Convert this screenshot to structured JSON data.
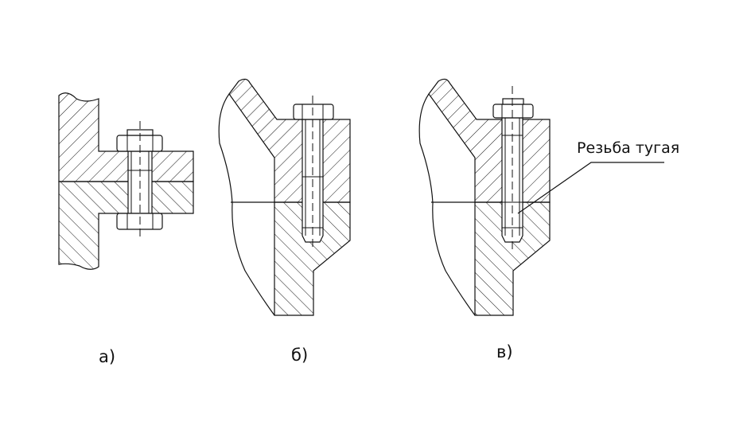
{
  "labels": {
    "view_a": "а)",
    "view_b": "б)",
    "view_c": "в)",
    "thread_note": "Резьба тугая"
  },
  "colors": {
    "line": "#111111",
    "background": "#ffffff"
  }
}
